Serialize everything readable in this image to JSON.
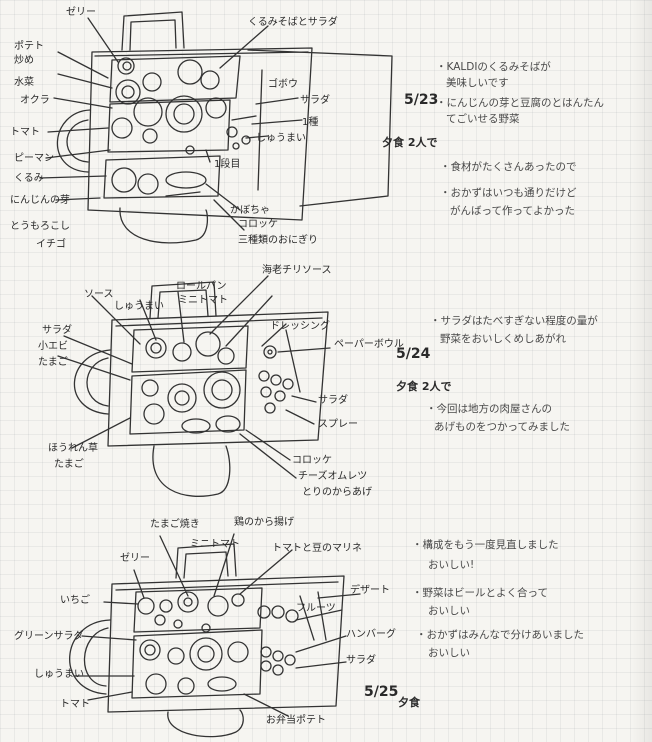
{
  "sketch1": {
    "labels": {
      "top_left": "ゼリー",
      "left_1": "ポテト",
      "left_2": "炒め",
      "left_3": "水菜",
      "left_4": "オクラ",
      "left_5": "トマト",
      "left_6": "ピーマン",
      "left_7": "くるみ",
      "left_8": "にんじんの芽",
      "left_9": "とうもろこし",
      "left_10": "イチゴ",
      "top_right": "くるみそばとサラダ",
      "right_1": "ゴボウ",
      "right_2": "サラダ",
      "right_3": "1種",
      "right_4": "しゅうまい",
      "right_5": "1段目",
      "bottom_1": "かぼちゃ",
      "bottom_2": "コロッケ",
      "bottom_3": "三種類のおにぎり"
    },
    "date": "5/23",
    "meta": "夕食 2人で",
    "notes": [
      "・KALDIのくるみそばが",
      "美味しいです",
      "・にんじんの芽と豆腐のとはんたん",
      "てごいせる野菜",
      "・食材がたくさんあったので",
      "・おかずはいつも通りだけど",
      "がんばって作ってよかった"
    ]
  },
  "sketch2": {
    "labels": {
      "top_1": "ソース",
      "top_2": "しゅうまい",
      "top_3": "ロールパン",
      "top_4": "ミニトマト",
      "top_5": "海老チリソース",
      "top_6": "ドレッシング",
      "left_1": "サラダ",
      "left_2": "小エビ",
      "left_3": "たまご",
      "left_4": "ほうれん草",
      "left_5": "たまご",
      "right_1": "ペーパーボウル",
      "right_2": "サラダ",
      "right_3": "スプレー",
      "bottom_1": "コロッケ",
      "bottom_2": "チーズオムレツ",
      "bottom_3": "とりのからあげ"
    },
    "date": "5/24",
    "meta": "夕食 2人で",
    "notes": [
      "・サラダはたべすぎない程度の量が",
      "野菜をおいしくめしあがれ",
      "・今回は地方の肉屋さんの",
      "あげものをつかってみました"
    ]
  },
  "sketch3": {
    "labels": {
      "top_1": "たまご焼き",
      "top_2": "ゼリー",
      "top_3": "ミニトマト",
      "top_4": "鶏のから揚げ",
      "top_5": "トマトと豆のマリネ",
      "right_1": "デザート",
      "right_2": "フルーツ",
      "right_3": "ハンバーグ",
      "right_4": "サラダ",
      "left_1": "いちご",
      "left_2": "グリーンサラダ",
      "left_3": "しゅうまい",
      "left_4": "トマト",
      "bottom_1": "お弁当ポテト"
    },
    "date": "5/25",
    "meta": "夕食",
    "notes": [
      "・構成をもう一度見直しました",
      "おいしい!",
      "・野菜はビールとよく合って",
      "おいしい",
      "・おかずはみんなで分けあいました",
      "おいしい"
    ]
  }
}
